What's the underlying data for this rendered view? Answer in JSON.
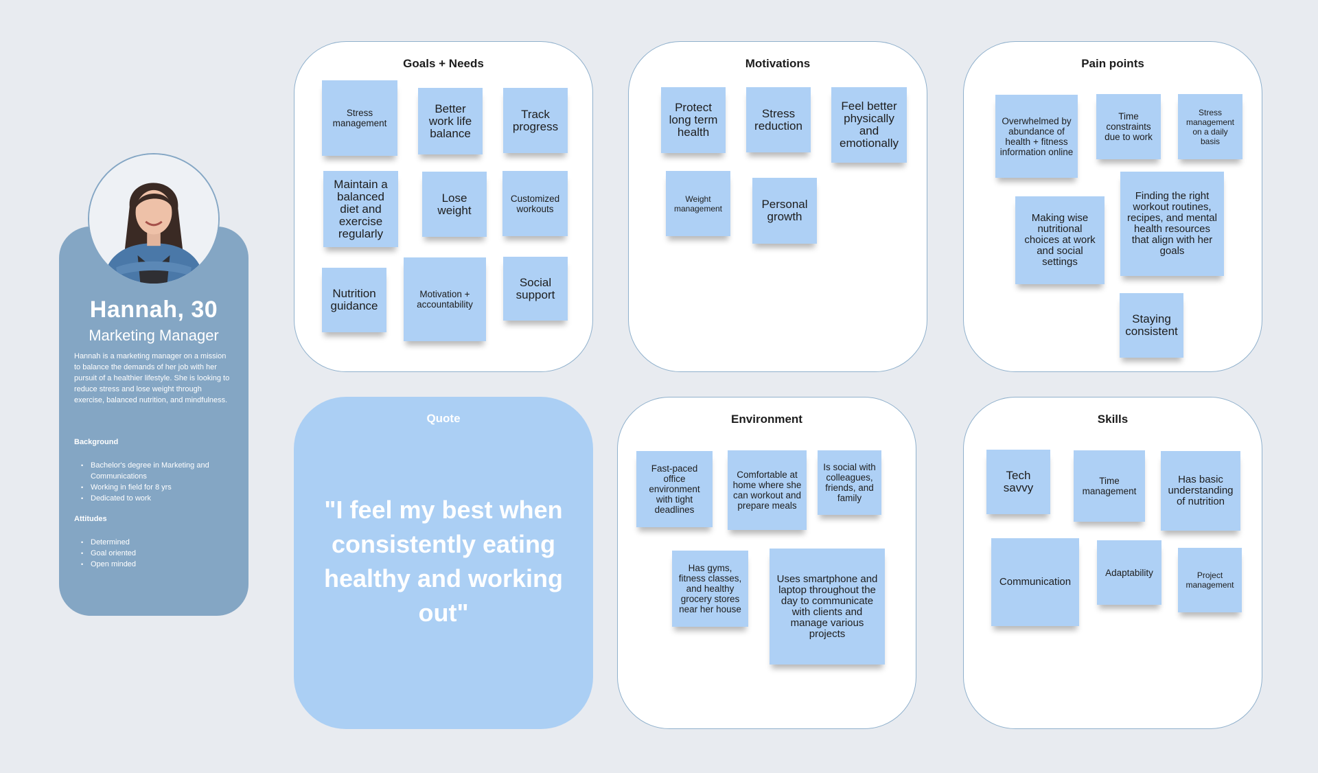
{
  "persona": {
    "name": "Hannah, 30",
    "role": "Marketing Manager",
    "bio": "Hannah is a marketing manager on a mission to balance the demands of her job with her pursuit of a healthier lifestyle. She is looking to reduce stress and lose weight through exercise, balanced nutrition, and mindfulness.",
    "background_heading": "Background",
    "background_items": [
      "Bachelor's degree in Marketing and Communications",
      "Working in field for 8 yrs",
      "Dedicated to work"
    ],
    "attitudes_heading": "Attitudes",
    "attitudes_items": [
      "Determined",
      "Goal oriented",
      "Open minded"
    ]
  },
  "goals": {
    "title": "Goals + Needs",
    "notes": [
      "Stress management",
      "Better work life balance",
      "Track progress",
      "Maintain a balanced diet and exercise regularly",
      "Lose weight",
      "Customized workouts",
      "Nutrition guidance",
      "Motivation + accountability",
      "Social support"
    ]
  },
  "motivations": {
    "title": "Motivations",
    "notes": [
      "Protect long term health",
      "Stress reduction",
      "Feel better physically and emotionally",
      "Weight management",
      "Personal growth"
    ]
  },
  "pain_points": {
    "title": "Pain points",
    "notes": [
      "Overwhelmed by abundance of health + fitness information online",
      "Time constraints due to work",
      "Stress management on a daily basis",
      "Making wise nutritional choices at work and social settings",
      "Finding the right workout routines, recipes, and mental health resources that align with her goals",
      "Staying consistent"
    ]
  },
  "quote": {
    "title": "Quote",
    "text": "\"I feel my best when consistently eating healthy and working out\""
  },
  "environment": {
    "title": "Environment",
    "notes": [
      "Fast-paced office environment with tight deadlines",
      "Comfortable at home where she can workout and prepare meals",
      "Is social with colleagues, friends, and family",
      "Has gyms, fitness classes, and healthy grocery stores near her house",
      "Uses smartphone and laptop throughout the day to communicate with clients and manage various projects"
    ]
  },
  "skills": {
    "title": "Skills",
    "notes": [
      "Tech savvy",
      "Time management",
      "Has basic understanding of nutrition",
      "Communication",
      "Adaptability",
      "Project management"
    ]
  },
  "colors": {
    "background": "#e8ebf0",
    "persona_card": "#84a6c4",
    "sticky": "#aed0f5",
    "quote_panel": "#abcff4",
    "panel_border": "#8fb0cc"
  }
}
